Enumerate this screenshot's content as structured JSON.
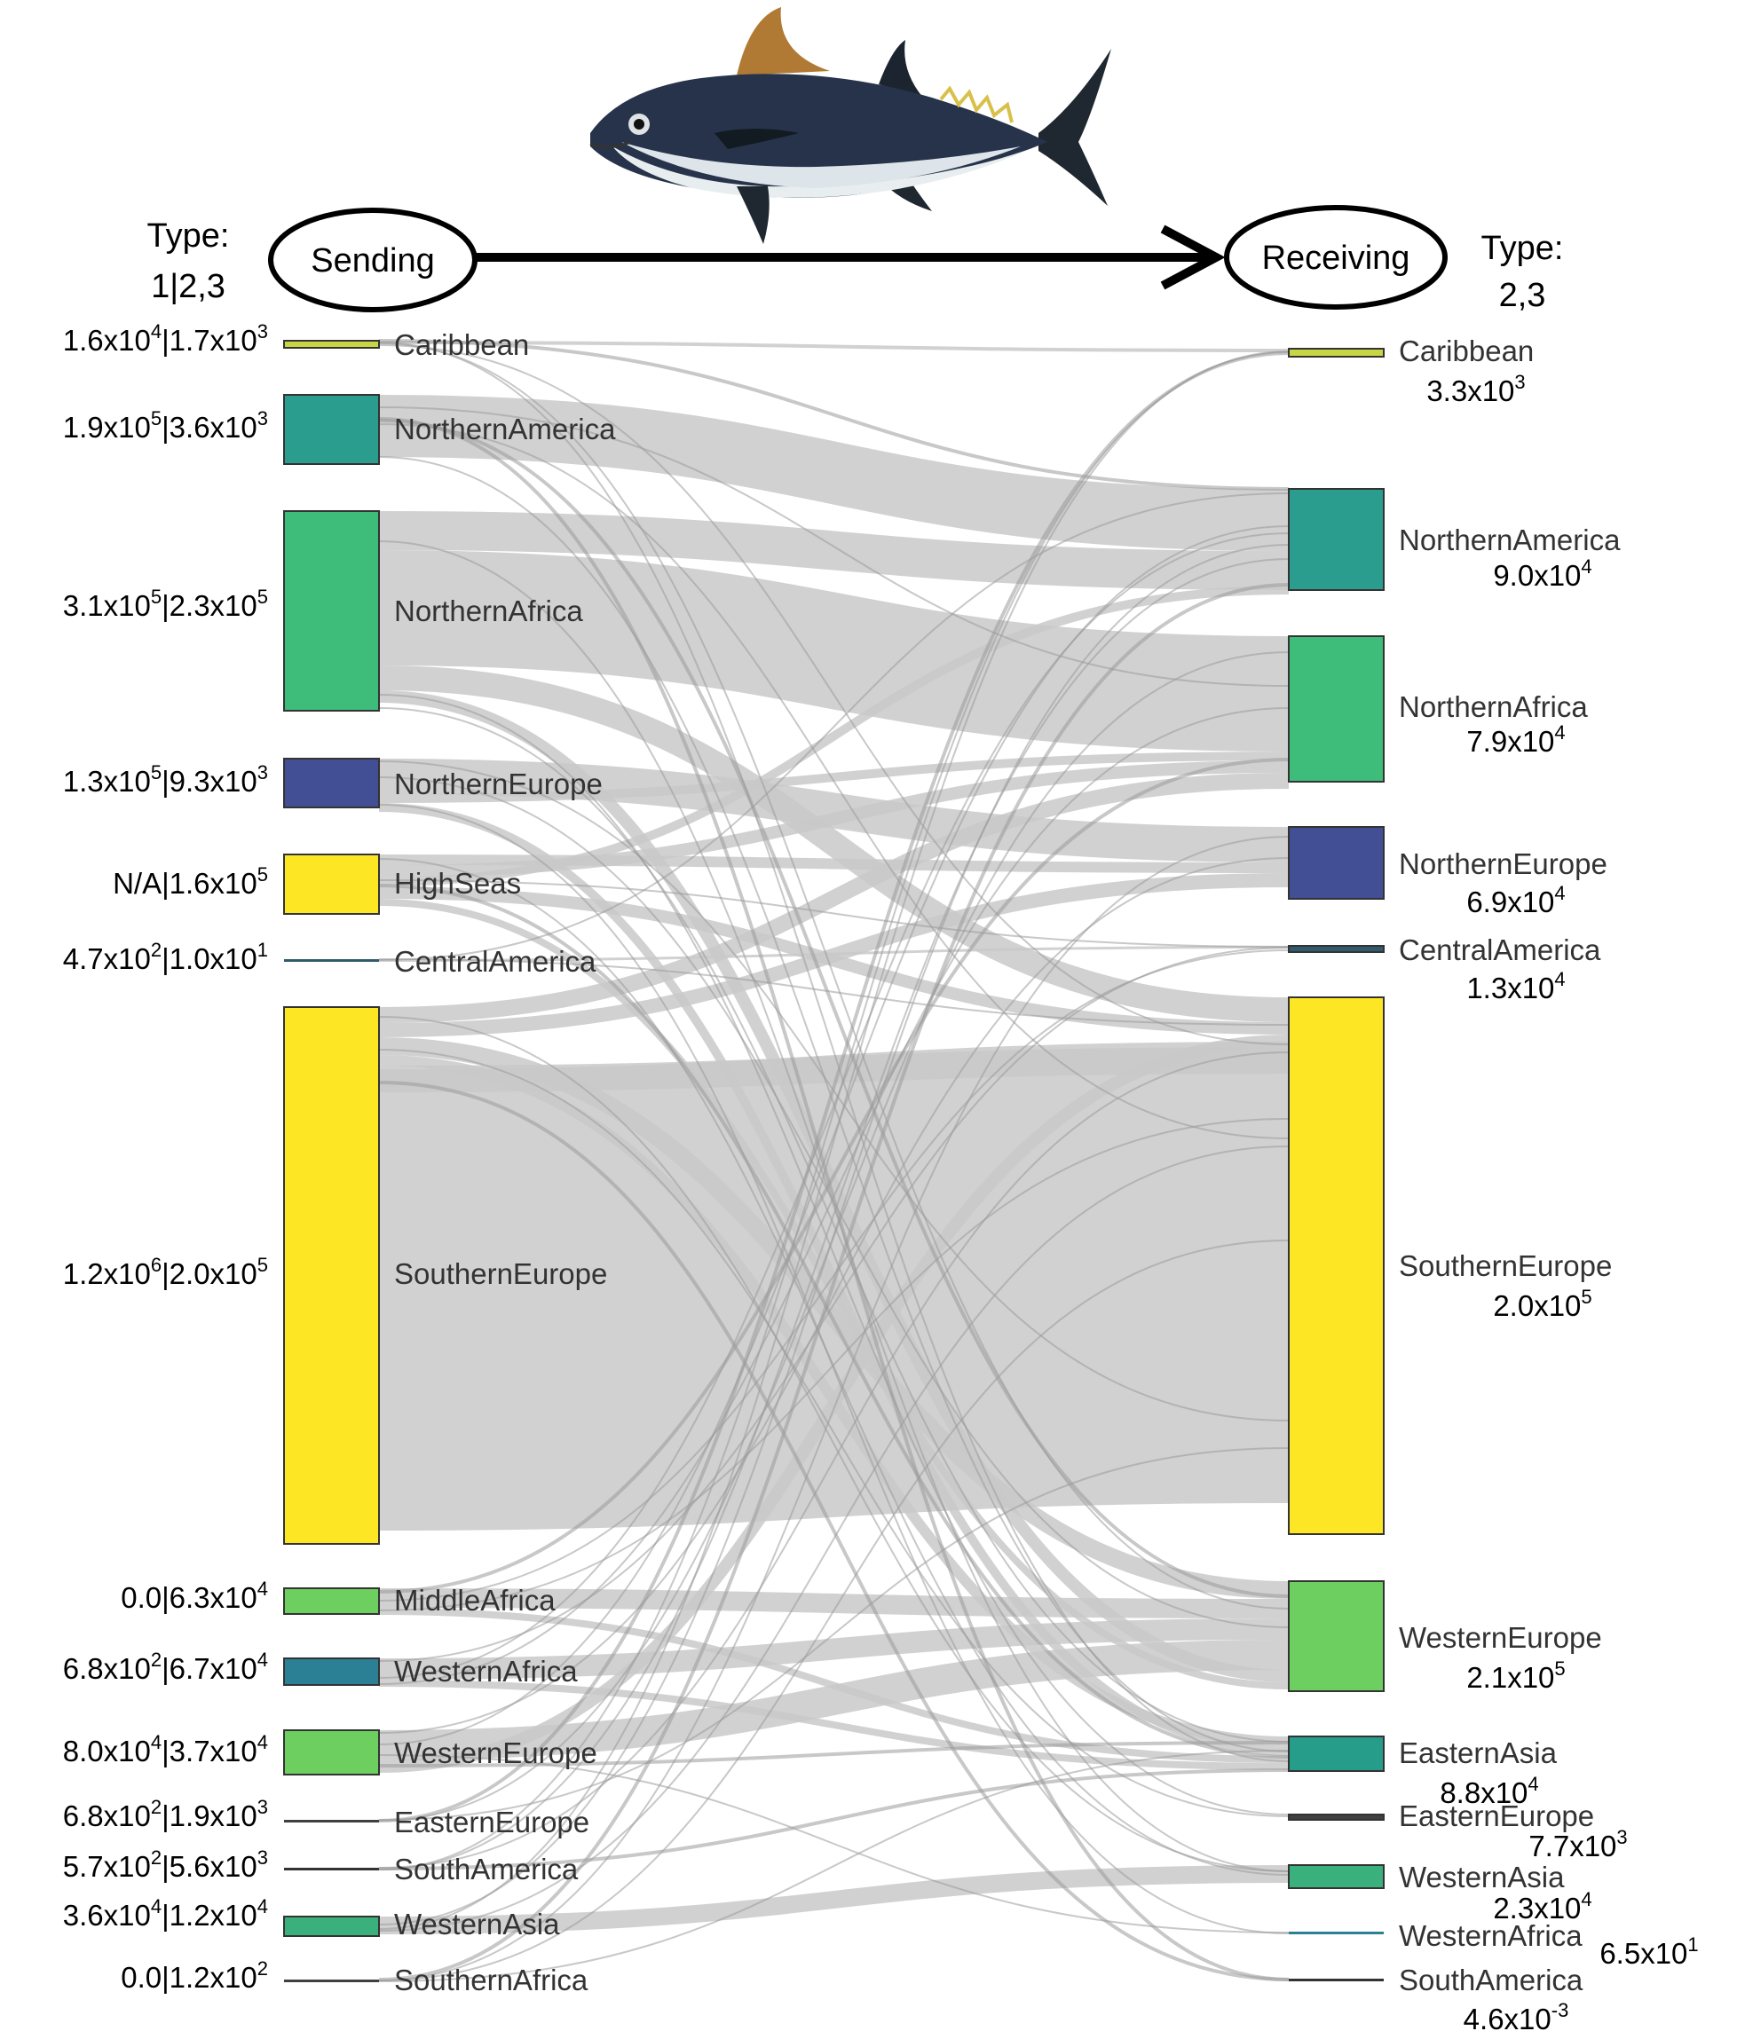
{
  "header": {
    "sending_label": "Sending",
    "receiving_label": "Receiving",
    "left_type_title": "Type:",
    "left_type_value": "1|2,3",
    "right_type_title": "Type:",
    "right_type_value": "2,3"
  },
  "icons": {
    "fish": "bluefin-tuna-illustration",
    "arrow": "right-arrow"
  },
  "colors": {
    "flow": "#c9c9c9",
    "flow_thin": "#9a9a9a",
    "Caribbean": "#c8d645",
    "NorthernAmerica": "#2a9d8f",
    "NorthernAfrica": "#3ebd7a",
    "NorthernEurope": "#434f95",
    "HighSeas": "#fde725",
    "CentralAmerica": "#2f5b6b",
    "SouthernEurope": "#fde725",
    "MiddleAfrica": "#6ccf5f",
    "WesternAfrica": "#2c8096",
    "WesternEurope": "#6ccf5f",
    "EasternEurope": "#404040",
    "SouthAmerica": "#333333",
    "WesternAsia": "#3ab07d",
    "SouthernAfrica": "#404040",
    "EasternAsia": "#259d8a"
  },
  "sending": [
    {
      "name": "Caribbean",
      "value": "1.6x10^4|1.7x10^3"
    },
    {
      "name": "NorthernAmerica",
      "value": "1.9x10^5|3.6x10^3"
    },
    {
      "name": "NorthernAfrica",
      "value": "3.1x10^5|2.3x10^5"
    },
    {
      "name": "NorthernEurope",
      "value": "1.3x10^5|9.3x10^3"
    },
    {
      "name": "HighSeas",
      "value": "N/A|1.6x10^5"
    },
    {
      "name": "CentralAmerica",
      "value": "4.7x10^2|1.0x10^1"
    },
    {
      "name": "SouthernEurope",
      "value": "1.2x10^6|2.0x10^5"
    },
    {
      "name": "MiddleAfrica",
      "value": "0.0|6.3x10^4"
    },
    {
      "name": "WesternAfrica",
      "value": "6.8x10^2|6.7x10^4"
    },
    {
      "name": "WesternEurope",
      "value": "8.0x10^4|3.7x10^4"
    },
    {
      "name": "EasternEurope",
      "value": "6.8x10^2|1.9x10^3"
    },
    {
      "name": "SouthAmerica",
      "value": "5.7x10^2|5.6x10^3"
    },
    {
      "name": "WesternAsia",
      "value": "3.6x10^4|1.2x10^4"
    },
    {
      "name": "SouthernAfrica",
      "value": "0.0|1.2x10^2"
    }
  ],
  "receiving": [
    {
      "name": "Caribbean",
      "value": "3.3x10^3"
    },
    {
      "name": "NorthernAmerica",
      "value": "9.0x10^4"
    },
    {
      "name": "NorthernAfrica",
      "value": "7.9x10^4"
    },
    {
      "name": "NorthernEurope",
      "value": "6.9x10^4"
    },
    {
      "name": "CentralAmerica",
      "value": "1.3x10^4"
    },
    {
      "name": "SouthernEurope",
      "value": "2.0x10^5"
    },
    {
      "name": "WesternEurope",
      "value": "2.1x10^5"
    },
    {
      "name": "EasternAsia",
      "value": "8.8x10^4"
    },
    {
      "name": "EasternEurope",
      "value": "7.7x10^3"
    },
    {
      "name": "WesternAsia",
      "value": "2.3x10^4"
    },
    {
      "name": "WesternAfrica",
      "value": "6.5x10^1"
    },
    {
      "name": "SouthAmerica",
      "value": "4.6x10^-3"
    }
  ]
}
